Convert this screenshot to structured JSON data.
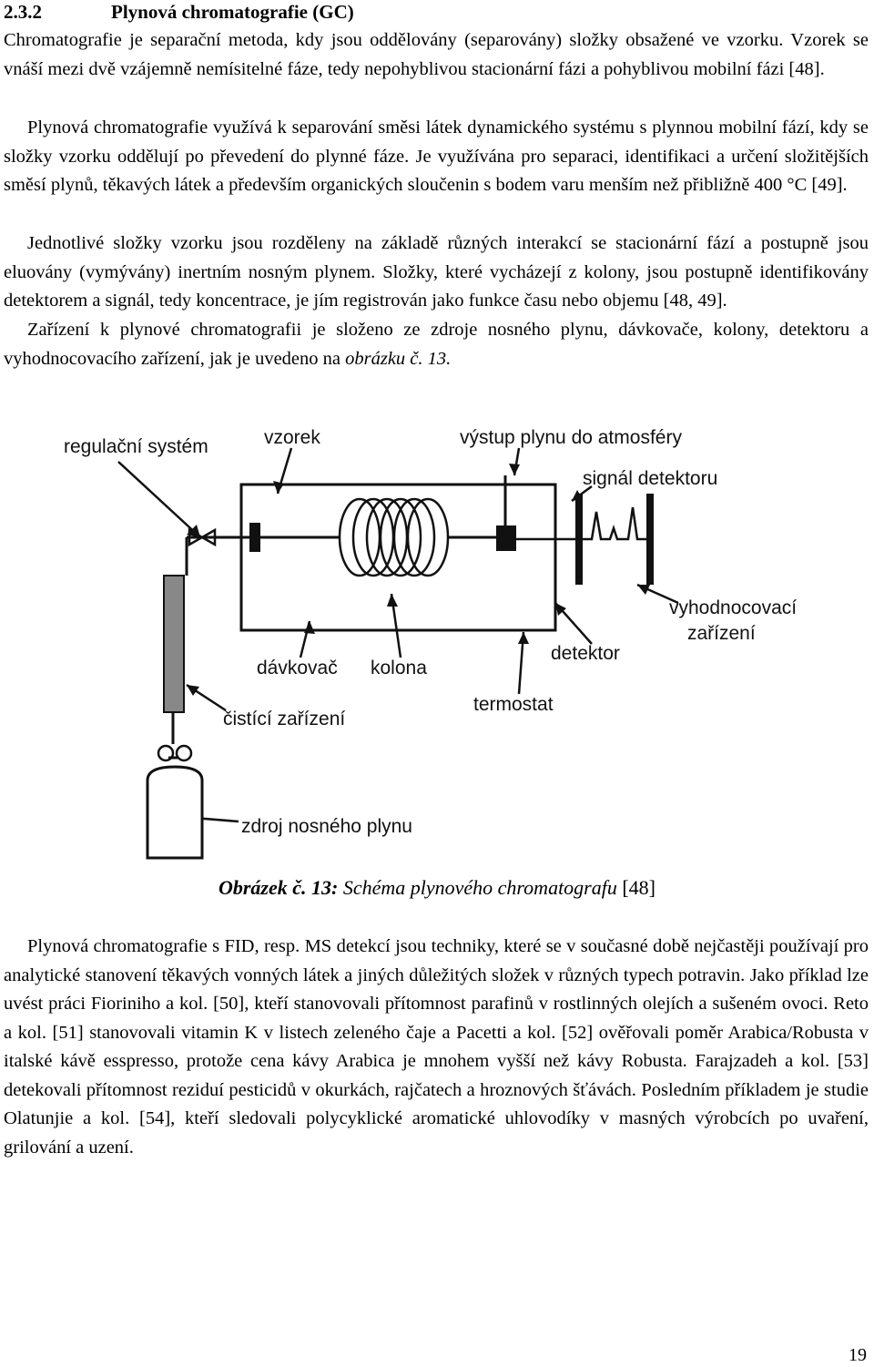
{
  "section": {
    "number": "2.3.2",
    "title": "Plynová chromatografie (GC)"
  },
  "paragraphs": {
    "p1": "Chromatografie je separační metoda, kdy jsou oddělovány (separovány) složky obsažené ve vzorku. Vzorek se vnáší mezi dvě vzájemně nemísitelné fáze, tedy nepohyblivou stacionární fázi a pohyblivou mobilní fázi [48].",
    "p2": "Plynová chromatografie využívá k separování směsi látek dynamického systému s plynnou mobilní fází, kdy se složky vzorku oddělují po převedení do plynné fáze. Je využívána pro separaci, identifikaci a určení složitějších směsí plynů, těkavých látek a především organických sloučenin s bodem varu menším než přibližně 400 °C [49].",
    "p3": "Jednotlivé složky vzorku jsou rozděleny na základě různých interakcí se stacionární fází a postupně jsou eluovány (vymývány) inertním nosným plynem. Složky, které vycházejí z kolony, jsou postupně identifikovány detektorem a signál, tedy koncentrace, je jím registrován jako funkce času nebo objemu [48, 49].",
    "p4_text": "Zařízení k plynové chromatografii je složeno ze zdroje nosného plynu, dávkovače, kolony, detektoru a vyhodnocovacího zařízení, jak je uvedeno na ",
    "p4_ref": "obrázku č. 13.",
    "p5": "Plynová chromatografie s FID, resp. MS detekcí jsou techniky, které se v současné době nejčastěji používají pro analytické stanovení těkavých vonných látek a jiných důležitých složek v různých typech potravin. Jako příklad lze uvést práci Fioriniho a kol. [50], kteří stanovovali přítomnost parafinů v rostlinných olejích a sušeném ovoci. Reto a kol. [51] stanovovali vitamin K v listech zeleného čaje a Pacetti a kol. [52] ověřovali poměr Arabica/Robusta v italské kávě esspresso, protože cena kávy Arabica je mnohem vyšší než kávy Robusta. Farajzadeh a kol. [53] detekovali přítomnost reziduí pesticidů v okurkách, rajčatech a hroznových šťávách. Posledním příkladem je studie Olatunjie a kol. [54], kteří sledovali polycyklické aromatické uhlovodíky v masných výrobcích po uvaření, grilování a uzení."
  },
  "figure": {
    "labels": {
      "regulation": "regulační systém",
      "sample": "vzorek",
      "gas_outlet": "výstup plynu do atmosféry",
      "detector_signal": "signál detektoru",
      "evaluator_line1": "vyhodnocovací",
      "evaluator_line2": "zařízení",
      "detector": "detektor",
      "injector": "dávkovač",
      "column": "kolona",
      "thermostat": "termostat",
      "purifier": "čistící zařízení",
      "gas_source": "zdroj nosného plynu"
    },
    "caption_label": "Obrázek č. 13:",
    "caption_text": "Schéma plynového chromatografu",
    "caption_ref": "[48]"
  },
  "page_number": "19"
}
